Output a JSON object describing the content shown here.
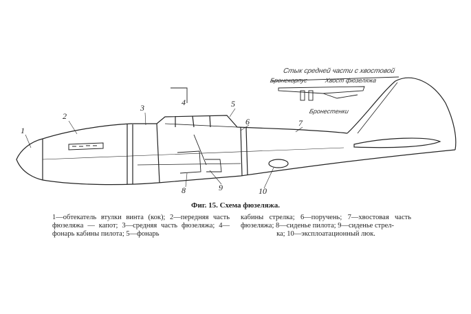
{
  "figure": {
    "labels": [
      "1",
      "2",
      "3",
      "4",
      "5",
      "6",
      "7",
      "8",
      "9",
      "10"
    ],
    "inset": {
      "title": "Стык средней части с хвостовой",
      "armor_body": "Бронекорпус",
      "tail_fuselage": "Хвост фюзеляжа",
      "armor_walls": "Бронестенки"
    }
  },
  "caption": "Фиг. 15. Схема фюзеляжа.",
  "legend": {
    "left": "1—обтекатель втулки винта (кок); 2—передняя часть фюзеляжа — капот; 3—средняя часть фюзеляжа; 4—фонарь кабины пилота; 5—фонарь",
    "right_main": "кабины стрелка; 6—поручень; 7—хвостовая часть фюзеляжа; 8—сиденье пилота; 9—сиденье стрел-",
    "right_last": "ка; 10—эксплоатационный люк."
  }
}
